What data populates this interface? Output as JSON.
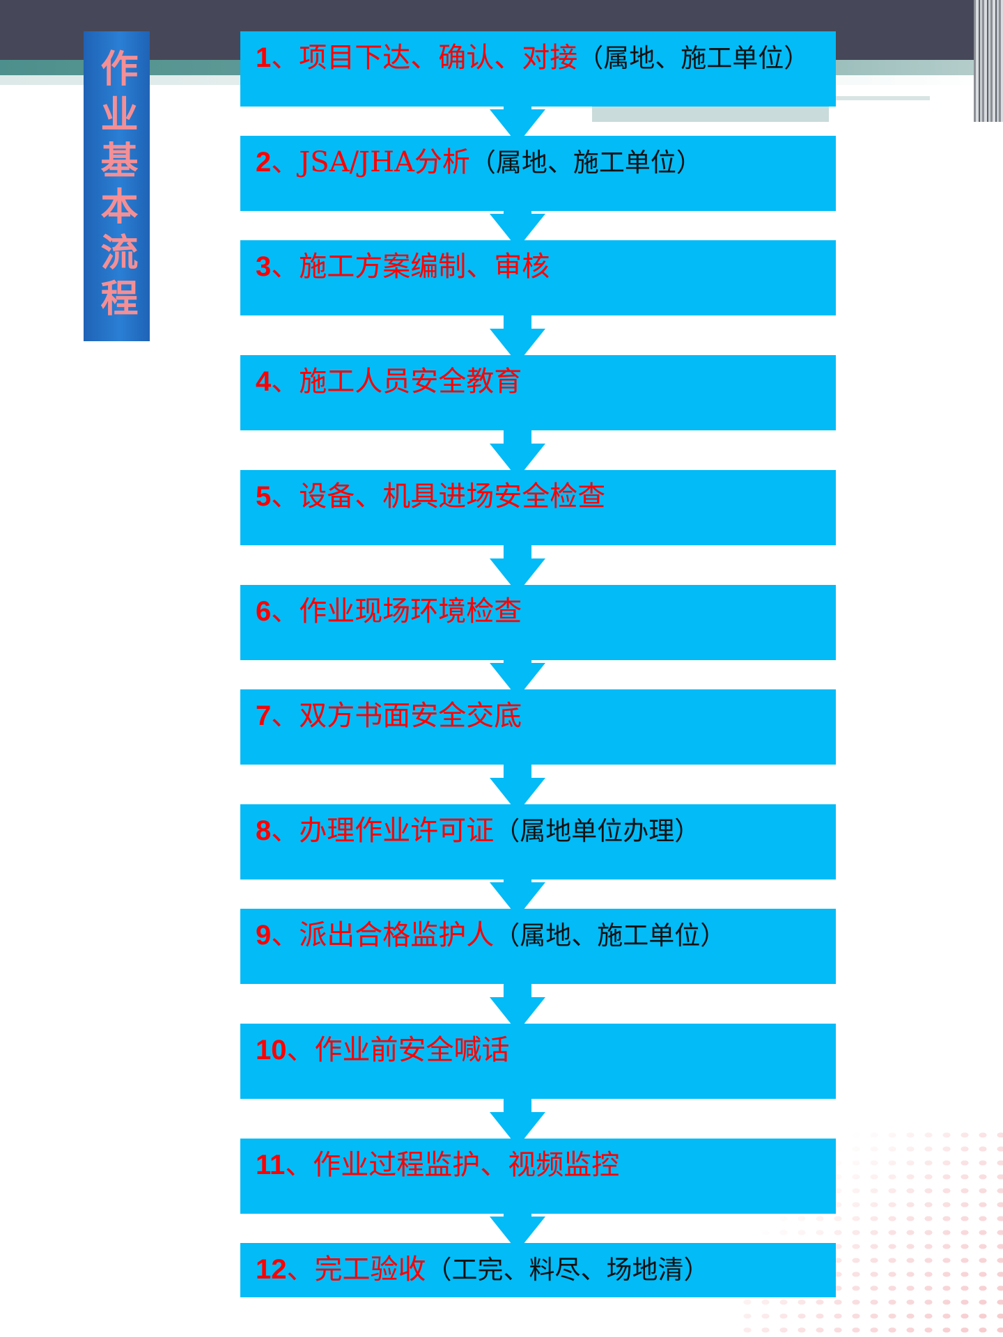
{
  "title": "作业基本流程",
  "colors": {
    "step_fill": "#02bbf7",
    "arrow_fill": "#02bbf7",
    "step_text": "#ff0000",
    "note_text": "#111111",
    "title_box": "#2a7fd4",
    "title_text": "#f48f95"
  },
  "steps": [
    {
      "num": "1",
      "sep": "、",
      "label": "项目下达、确认、对接",
      "note": "（属地、施工单位）"
    },
    {
      "num": "2",
      "sep": "、",
      "label": "JSA/JHA分析",
      "note": "（属地、施工单位）"
    },
    {
      "num": "3",
      "sep": "、",
      "label": "施工方案编制、审核",
      "note": ""
    },
    {
      "num": "4",
      "sep": "、",
      "label": "施工人员安全教育",
      "note": ""
    },
    {
      "num": "5",
      "sep": "、",
      "label": "设备、机具进场安全检查",
      "note": ""
    },
    {
      "num": "6",
      "sep": "、",
      "label": "作业现场环境检查",
      "note": ""
    },
    {
      "num": "7",
      "sep": "、",
      "label": "双方书面安全交底",
      "note": ""
    },
    {
      "num": "8",
      "sep": "、",
      "label": "办理作业许可证",
      "note": "（属地单位办理）"
    },
    {
      "num": "9",
      "sep": "、",
      "label": "派出合格监护人",
      "note": "（属地、施工单位）"
    },
    {
      "num": "10",
      "sep": "、",
      "label": "作业前安全喊话",
      "note": ""
    },
    {
      "num": "11",
      "sep": "、",
      "label": "作业过程监护、视频监控",
      "note": ""
    },
    {
      "num": "12",
      "sep": "、",
      "label": "完工验收",
      "note": "（工完、料尽、场地清）"
    }
  ]
}
